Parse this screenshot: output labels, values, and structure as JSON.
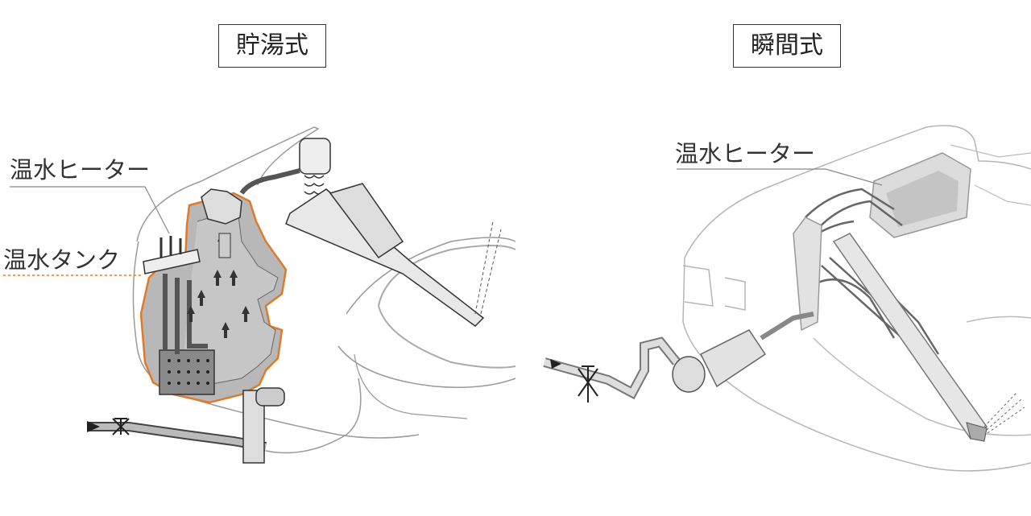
{
  "panels": {
    "left": {
      "title": "貯湯式",
      "labels": {
        "heater": "温水ヒーター",
        "tank": "温水タンク"
      }
    },
    "right": {
      "title": "瞬間式",
      "labels": {
        "heater": "温水ヒーター"
      }
    }
  },
  "colors": {
    "tank_fill": "#b8b8b8",
    "tank_outline": "#e07a2a",
    "line": "#444444",
    "body_outline": "#9a9a9a",
    "leader_line": "#888888"
  }
}
